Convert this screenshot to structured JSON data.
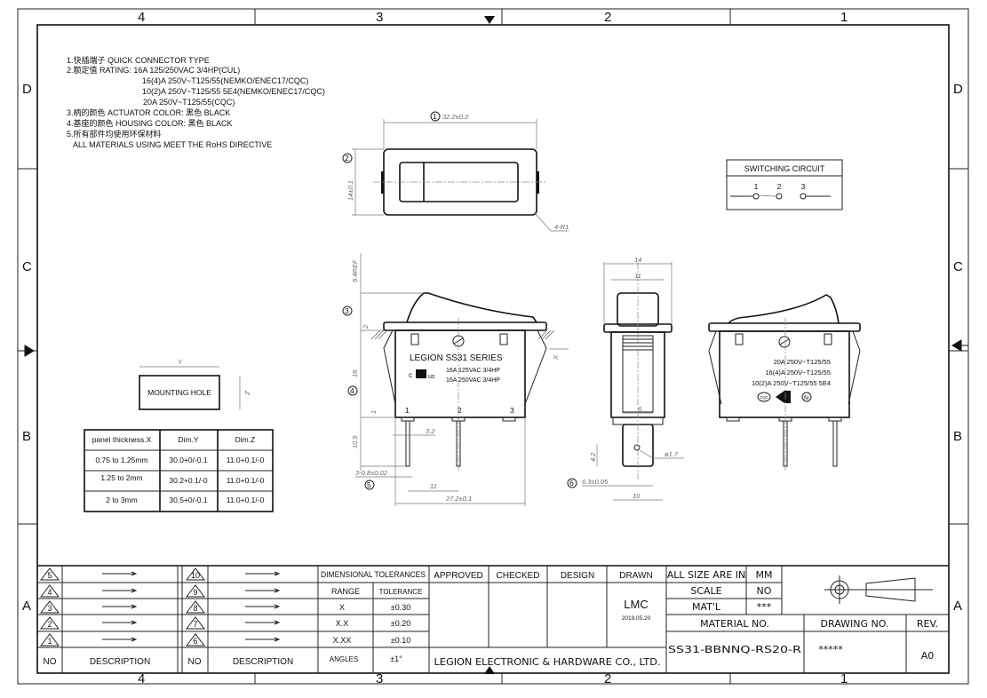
{
  "frame": {
    "columns": [
      "4",
      "3",
      "2",
      "1"
    ],
    "rows": [
      "D",
      "C",
      "B",
      "A"
    ]
  },
  "notes": [
    "1.快插端子 QUICK CONNECTOR TYPE",
    "2.额定值 RATING: 16A 125/250VAC 3/4HP(CUL)",
    "16(4)A 250V~T125/55(NEMKO/ENEC17/CQC)",
    "10(2)A 250V~T125/55  5E4(NEMKO/ENEC17/CQC)",
    "20A 250V~T125/55(CQC)",
    "3.柄的颜色 ACTUATOR COLOR: 黑色  BLACK",
    "4.基座的颜色 HOUSING COLOR: 黑色  BLACK",
    "5.所有部件均使用环保材料",
    "ALL MATERIALS USING MEET THE RoHS DIRECTIVE"
  ],
  "top_view": {
    "balloon1": "1",
    "length": "32.2±0.2",
    "balloon2": "2",
    "width": "14±0.1",
    "radius": "4-R1"
  },
  "switching_circuit": {
    "title": "SWITCHING CIRCUIT",
    "terminals": [
      "1",
      "2",
      "3"
    ]
  },
  "front_view": {
    "series": "LEGION SS31 SERIES",
    "cert_c": "c",
    "cert_us": "us",
    "rating1": "16A 125VAC 3/4HP",
    "rating2": "16A 250VAC 3/4HP",
    "pins": [
      "1",
      "2",
      "3"
    ],
    "dim_actuator": "6.4REF",
    "dim_flange": "2",
    "dim_body": "18",
    "dim_step": "1",
    "dim_pin_len": "10.5",
    "dim_pin_w": "3.2",
    "dim_pin_thk": "3-0.8±0.02",
    "dim_pitch": "11",
    "dim_total": "27.2±0.1",
    "dim_x": "X",
    "balloon3": "3",
    "balloon4": "4",
    "balloon5": "5"
  },
  "side_view": {
    "dim_outer": "14",
    "dim_inner": "11",
    "dim_6": "6",
    "dim_hole_pos": "4.2",
    "dim_hole": "ø1.7",
    "dim_tab": "6.3±0.05",
    "dim_10": "10",
    "balloon6": "6"
  },
  "back_view": {
    "rating1": "20A 250V~T125/55",
    "rating2": "16(4)A 250V~T125/55",
    "rating3": "10(2)A 250V~T125/55 5E4",
    "mark_cqc": "CQC",
    "mark_n": "N"
  },
  "mounting_hole": {
    "label": "MOUNTING HOLE",
    "dim_y": "Y",
    "dim_z": "Z",
    "table": {
      "headers": [
        "panel thickness.X",
        "Dim.Y",
        "Dim.Z"
      ],
      "rows": [
        [
          "0.75 to 1.25mm",
          "30.0+0/-0.1",
          "11.0+0.1/-0"
        ],
        [
          "1.25 to 2mm",
          "30.2+0.1/-0",
          "11.0+0.1/-0"
        ],
        [
          "2 to 3mm",
          "30.5+0/-0.1",
          "11.0+0.1/-0"
        ]
      ]
    }
  },
  "title_block": {
    "revisions_left": [
      "5",
      "4",
      "3",
      "2",
      "1"
    ],
    "revisions_right": [
      "10",
      "9",
      "8",
      "7",
      "6"
    ],
    "no_label": "NO",
    "description_label": "DESCRIPTION",
    "tolerances": {
      "title": "DIMENSIONAL TOLERANCES",
      "range_label": "RANGE",
      "tolerance_label": "TOLERANCE",
      "rows": [
        [
          "X",
          "±0.30"
        ],
        [
          "X.X",
          "±0.20"
        ],
        [
          "X.XX",
          "±0.10"
        ],
        [
          "ANGLES",
          "±1°"
        ]
      ]
    },
    "approved": "APPROVED",
    "checked": "CHECKED",
    "design": "DESIGN",
    "drawn": "DRAWN",
    "drawn_by": "LMC",
    "drawn_date": "2019.05.20",
    "company": "LEGION ELECTRONIC & HARDWARE CO., LTD.",
    "units_label": "ALL SIZE ARE IN",
    "units": "MM",
    "scale_label": "SCALE",
    "scale": "NO",
    "material_label": "MAT'L",
    "material": "***",
    "material_no_label": "MATERIAL NO.",
    "material_no": "SS31-BBNNQ-RS20-R",
    "drawing_no_label": "DRAWING NO.",
    "drawing_no": "*****",
    "rev_label": "REV.",
    "rev": "A0"
  }
}
